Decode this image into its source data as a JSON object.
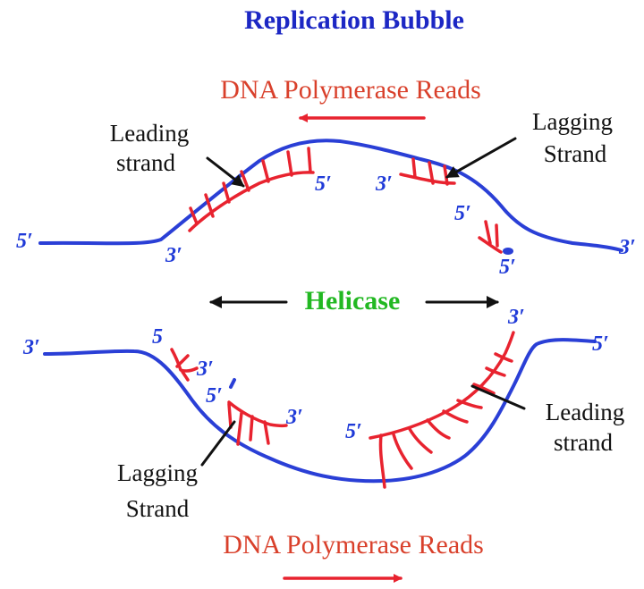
{
  "title": "Replication Bubble",
  "polymerase_top": "DNA Polymerase Reads",
  "polymerase_bottom": "DNA Polymerase Reads",
  "helicase": "Helicase",
  "top": {
    "leading_line1": "Leading",
    "leading_line2": "strand",
    "lagging_line1": "Lagging",
    "lagging_line2": "Strand",
    "ends": {
      "left_outer": "5′",
      "leading_3": "3′",
      "leading_5": "5′",
      "lagging_3": "3′",
      "lagging_5a": "5′",
      "lagging_5b": "5′",
      "right_outer": "3′"
    }
  },
  "bottom": {
    "lagging_line1": "Lagging",
    "lagging_line2": "Strand",
    "leading_line1": "Leading",
    "leading_line2": "strand",
    "ends": {
      "left_outer": "3′",
      "frag1_5": "5",
      "frag1_3": "3′",
      "frag2_5": "5′",
      "frag2_3": "3′",
      "leading_5": "5′",
      "leading_3": "3′",
      "right_outer": "5′"
    }
  },
  "colors": {
    "title": "#1c27c4",
    "parent_strand": "#2a3fd6",
    "new_strand": "#e8232f",
    "polymerase_text": "#d9402b",
    "helicase_text": "#22b822",
    "end_labels": "#1f3ad8",
    "pointer": "#111111"
  }
}
